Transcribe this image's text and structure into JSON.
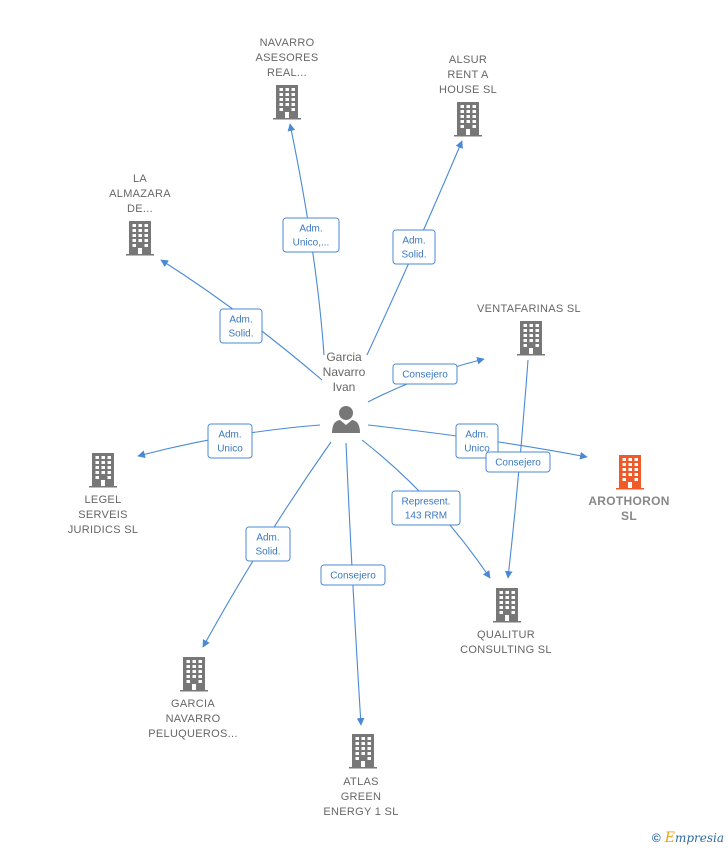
{
  "person": {
    "lines": [
      "Garcia",
      "Navarro",
      "Ivan"
    ],
    "icon": "person-icon"
  },
  "companies": [
    {
      "id": "navarro",
      "lines": [
        "NAVARRO",
        "ASESORES",
        "REAL..."
      ],
      "icon": "building-icon",
      "color": "#777777"
    },
    {
      "id": "alsur",
      "lines": [
        "ALSUR",
        "RENT A",
        "HOUSE  SL"
      ],
      "icon": "building-icon",
      "color": "#777777"
    },
    {
      "id": "almazara",
      "lines": [
        "LA",
        "ALMAZARA",
        "DE..."
      ],
      "icon": "building-icon",
      "color": "#777777"
    },
    {
      "id": "ventafarinas",
      "lines": [
        "VENTAFARINAS SL"
      ],
      "icon": "building-icon",
      "color": "#777777"
    },
    {
      "id": "arothoron",
      "lines": [
        "AROTHORON",
        "SL"
      ],
      "icon": "building-icon",
      "color": "#f05a28",
      "highlight": true
    },
    {
      "id": "legel",
      "lines": [
        "LEGEL",
        "SERVEIS",
        "JURIDICS  SL"
      ],
      "icon": "building-icon",
      "color": "#777777"
    },
    {
      "id": "qualitur",
      "lines": [
        "QUALITUR",
        "CONSULTING SL"
      ],
      "icon": "building-icon",
      "color": "#777777"
    },
    {
      "id": "garcia",
      "lines": [
        "GARCIA",
        "NAVARRO",
        "PELUQUEROS..."
      ],
      "icon": "building-icon",
      "color": "#777777"
    },
    {
      "id": "atlas",
      "lines": [
        "ATLAS",
        "GREEN",
        "ENERGY 1  SL"
      ],
      "icon": "building-icon",
      "color": "#777777"
    }
  ],
  "relations": [
    {
      "to": "navarro",
      "lines": [
        "Adm.",
        "Unico,..."
      ]
    },
    {
      "to": "alsur",
      "lines": [
        "Adm.",
        "Solid."
      ]
    },
    {
      "to": "almazara",
      "lines": [
        "Adm.",
        "Solid."
      ]
    },
    {
      "to": "ventafarinas",
      "lines": [
        "Consejero"
      ]
    },
    {
      "to": "arothoron",
      "lines": [
        "Adm.",
        "Unico"
      ]
    },
    {
      "to": "legel",
      "lines": [
        "Adm.",
        "Unico"
      ]
    },
    {
      "to": "qualitur",
      "lines": [
        "Represent.",
        "143 RRM"
      ]
    },
    {
      "to": "garcia",
      "lines": [
        "Adm.",
        "Solid."
      ]
    },
    {
      "to": "atlas",
      "lines": [
        "Consejero"
      ]
    },
    {
      "from": "ventafarinas",
      "to": "qualitur",
      "lines": [
        "Consejero"
      ]
    }
  ],
  "footer": {
    "copyright": "©",
    "brand_initial": "E",
    "brand_rest": "mpresia"
  },
  "colors": {
    "edge": "#4a8ad4",
    "building": "#777777",
    "highlight": "#f05a28"
  }
}
